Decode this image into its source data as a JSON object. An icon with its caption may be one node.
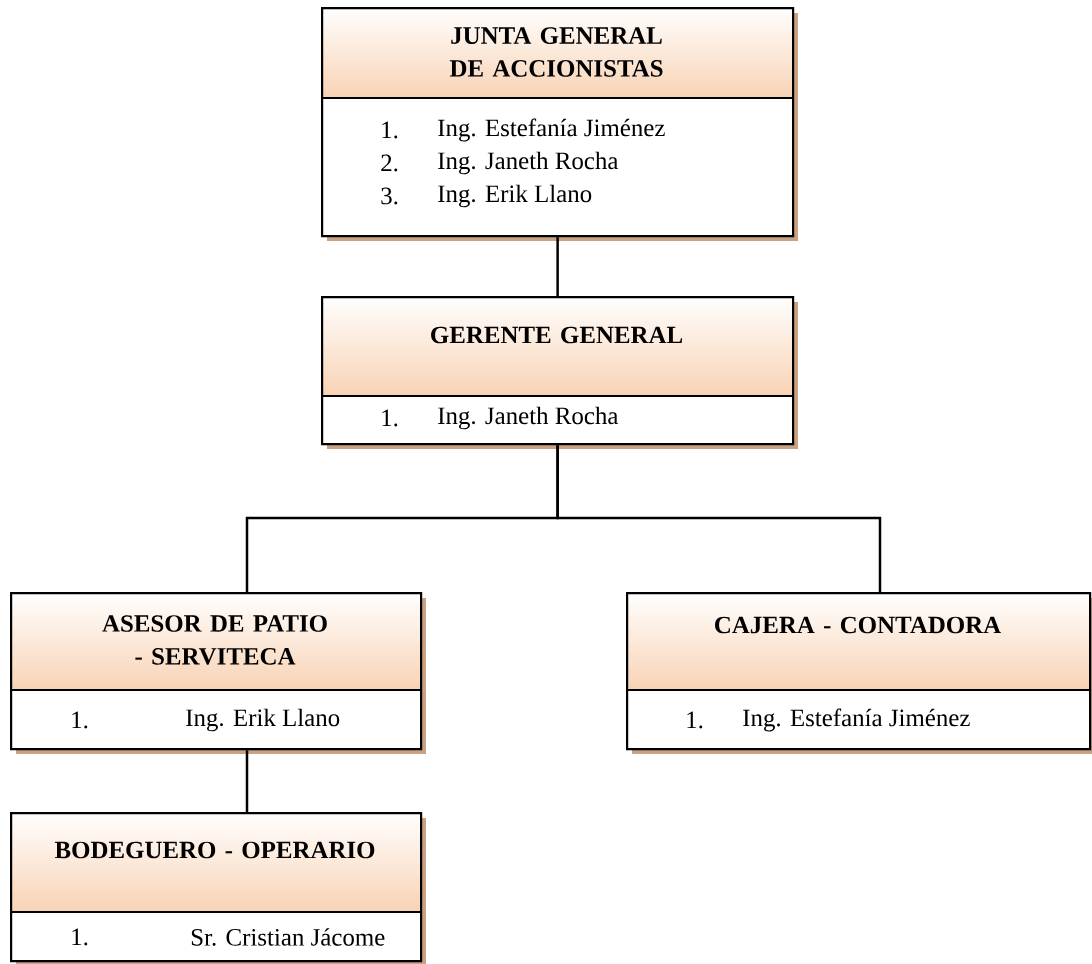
{
  "diagram": {
    "nodes": [
      {
        "text": [
          "JUNTA GENERAL DE ACCIONISTAS",
          "1.",
          "Ing. Estefanía Jiménez",
          "2.",
          "Ing. Janeth Rocha",
          "3.",
          "Ing. Erik Llano"
        ]
      },
      {
        "text": [
          "GERENTE GENERAL",
          "1.",
          "Ing. Janeth Rocha"
        ]
      },
      {
        "text": [
          "ASESOR DE PATIO - SERVITECA",
          "1.",
          "Ing. Erik Llano"
        ]
      },
      {
        "text": [
          "CAJERA - CONTADORA",
          "1.",
          "Ing. Estefanía Jiménez"
        ]
      },
      {
        "text": [
          "BODEGUERO - OPERARIO",
          "1.",
          "Sr. Cristian Jácome"
        ]
      }
    ],
    "edges": [
      {
        "from": 0,
        "to": 1,
        "arrow": "none"
      },
      {
        "from": 1,
        "to": 2,
        "arrow": "none"
      },
      {
        "from": 1,
        "to": 3,
        "arrow": "none"
      },
      {
        "from": 2,
        "to": 4,
        "arrow": "none"
      }
    ]
  }
}
